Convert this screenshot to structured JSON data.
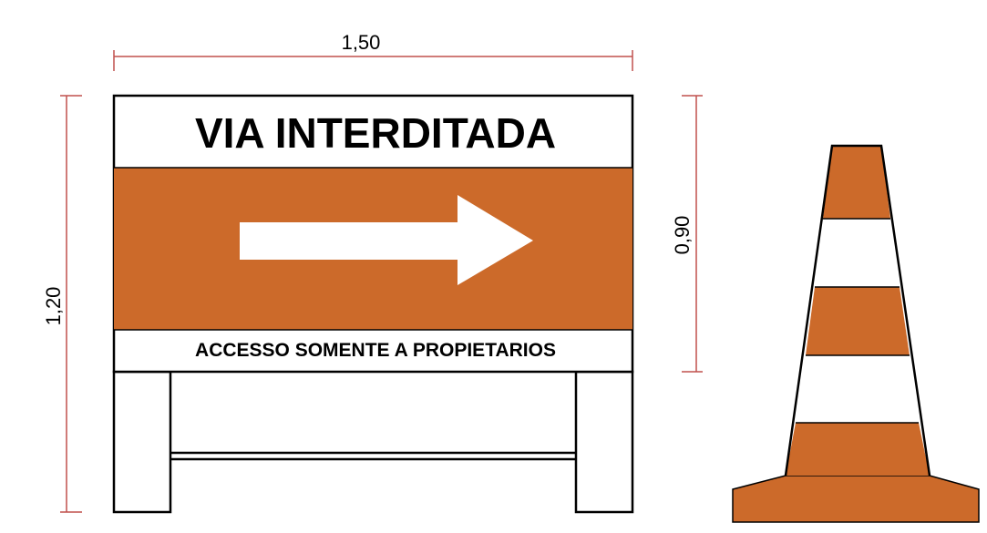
{
  "sign": {
    "title": "VIA INTERDITADA",
    "subtitle": "ACCESSO SOMENTE A PROPIETARIOS"
  },
  "dimensions": {
    "width": "1,50",
    "height_total": "1,20",
    "height_panel": "0,90"
  },
  "colors": {
    "orange": "#cc6a2a",
    "dimension_line": "#c0504d",
    "outline": "#000000",
    "background": "#ffffff"
  }
}
